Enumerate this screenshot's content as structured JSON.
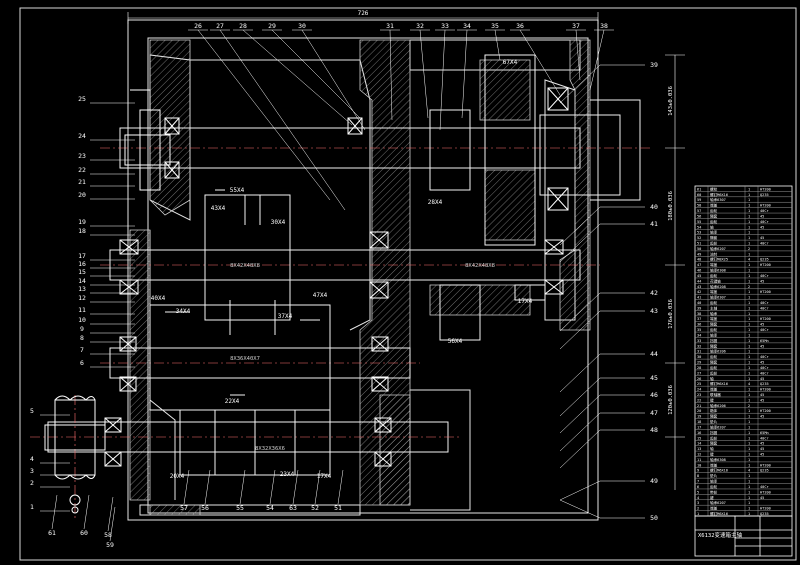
{
  "drawing": {
    "title": "X6132变速箱主轴",
    "overall_dim": "726",
    "right_dims": [
      "143±0.036",
      "180±0.036",
      "176±0.036",
      "120±0.036"
    ],
    "callouts_top": [
      "26",
      "27",
      "28",
      "29",
      "30",
      "31",
      "32",
      "33",
      "34",
      "35",
      "36",
      "37",
      "38"
    ],
    "callouts_left": [
      "25",
      "24",
      "23",
      "22",
      "21",
      "20",
      "19",
      "18",
      "17",
      "16",
      "15",
      "14",
      "13",
      "12",
      "11",
      "10",
      "9",
      "8",
      "7",
      "6",
      "5",
      "4",
      "3",
      "2",
      "1"
    ],
    "callouts_right": [
      "39",
      "40",
      "41",
      "42",
      "43",
      "44",
      "45",
      "46",
      "47",
      "48",
      "49",
      "50"
    ],
    "callouts_bottom": [
      "57",
      "56",
      "55",
      "54",
      "63",
      "52",
      "51",
      "58",
      "59",
      "61",
      "60"
    ],
    "gear_labels": [
      "67X4",
      "28X4",
      "55X4",
      "43X4",
      "30X4",
      "40X4",
      "34X4",
      "37X4",
      "47X4",
      "22X4",
      "20X4",
      "23X4",
      "17X4",
      "56X4",
      "17X4"
    ],
    "spline_labels": [
      "8X42X48X8",
      "8X42X48X8",
      "8X36X40X7",
      "8X32X36X6"
    ]
  },
  "bom": {
    "rows": [
      [
        "61",
        "螺栓",
        "1",
        "HT200"
      ],
      [
        "60",
        "螺钉M6X16",
        "1",
        "Q235"
      ],
      [
        "59",
        "轴承6307",
        "1",
        ""
      ],
      [
        "58",
        "端盖",
        "1",
        "HT200"
      ],
      [
        "57",
        "齿轮",
        "1",
        "40Cr"
      ],
      [
        "56",
        "隔套",
        "1",
        "45"
      ],
      [
        "55",
        "齿轮",
        "1",
        "40Cr"
      ],
      [
        "54",
        "轴",
        "1",
        "45"
      ],
      [
        "53",
        "轴承",
        "1",
        ""
      ],
      [
        "52",
        "隔套",
        "1",
        "45"
      ],
      [
        "51",
        "齿轮",
        "1",
        "40Cr"
      ],
      [
        "50",
        "轴承6207",
        "2",
        ""
      ],
      [
        "49",
        "油封",
        "1",
        ""
      ],
      [
        "48",
        "螺钉M8X25",
        "4",
        "Q235"
      ],
      [
        "47",
        "端盖",
        "1",
        "HT200"
      ],
      [
        "46",
        "轴承6308",
        "1",
        ""
      ],
      [
        "45",
        "齿轮",
        "1",
        "40Cr"
      ],
      [
        "44",
        "花键轴",
        "1",
        "45"
      ],
      [
        "43",
        "轴承6208",
        "2",
        ""
      ],
      [
        "42",
        "端盖",
        "1",
        "HT200"
      ],
      [
        "41",
        "轴承6307",
        "1",
        ""
      ],
      [
        "40",
        "齿轮",
        "1",
        "40Cr"
      ],
      [
        "39",
        "主轴",
        "1",
        "40Cr"
      ],
      [
        "38",
        "轴承",
        "1",
        ""
      ],
      [
        "37",
        "端盖",
        "1",
        "HT200"
      ],
      [
        "36",
        "隔套",
        "1",
        "45"
      ],
      [
        "35",
        "齿轮",
        "1",
        "40Cr"
      ],
      [
        "34",
        "轴承",
        "1",
        ""
      ],
      [
        "33",
        "挡圈",
        "1",
        "65Mn"
      ],
      [
        "32",
        "隔套",
        "1",
        "45"
      ],
      [
        "31",
        "轴承6206",
        "1",
        ""
      ],
      [
        "30",
        "齿轮",
        "1",
        "40Cr"
      ],
      [
        "29",
        "隔套",
        "1",
        "45"
      ],
      [
        "28",
        "齿轮",
        "1",
        "40Cr"
      ],
      [
        "27",
        "齿轮",
        "1",
        "40Cr"
      ],
      [
        "26",
        "轴",
        "1",
        "45"
      ],
      [
        "25",
        "螺钉M6X16",
        "4",
        "Q235"
      ],
      [
        "24",
        "端盖",
        "1",
        "HT200"
      ],
      [
        "23",
        "联轴器",
        "1",
        "45"
      ],
      [
        "22",
        "键",
        "1",
        "45"
      ],
      [
        "21",
        "轴承6206",
        "2",
        ""
      ],
      [
        "20",
        "箱体",
        "1",
        "HT200"
      ],
      [
        "19",
        "隔套",
        "1",
        "45"
      ],
      [
        "18",
        "垫片",
        "1",
        ""
      ],
      [
        "17",
        "轴承6207",
        "1",
        ""
      ],
      [
        "16",
        "挡圈",
        "1",
        "65Mn"
      ],
      [
        "15",
        "齿轮",
        "1",
        "40Cr"
      ],
      [
        "14",
        "隔套",
        "1",
        "45"
      ],
      [
        "13",
        "轴",
        "1",
        "45"
      ],
      [
        "12",
        "键",
        "1",
        "45"
      ],
      [
        "11",
        "轴承6308",
        "1",
        ""
      ],
      [
        "10",
        "端盖",
        "1",
        "HT200"
      ],
      [
        "9",
        "螺钉M6X16",
        "4",
        "Q235"
      ],
      [
        "8",
        "垫片",
        "1",
        ""
      ],
      [
        "7",
        "轴承",
        "1",
        ""
      ],
      [
        "6",
        "齿轮",
        "1",
        "40Cr"
      ],
      [
        "5",
        "带轮",
        "1",
        "HT200"
      ],
      [
        "4",
        "键",
        "1",
        "45"
      ],
      [
        "3",
        "轴承6207",
        "1",
        ""
      ],
      [
        "2",
        "端盖",
        "1",
        "HT200"
      ],
      [
        "1",
        "螺钉M6X16",
        "1",
        "Q235"
      ]
    ]
  }
}
